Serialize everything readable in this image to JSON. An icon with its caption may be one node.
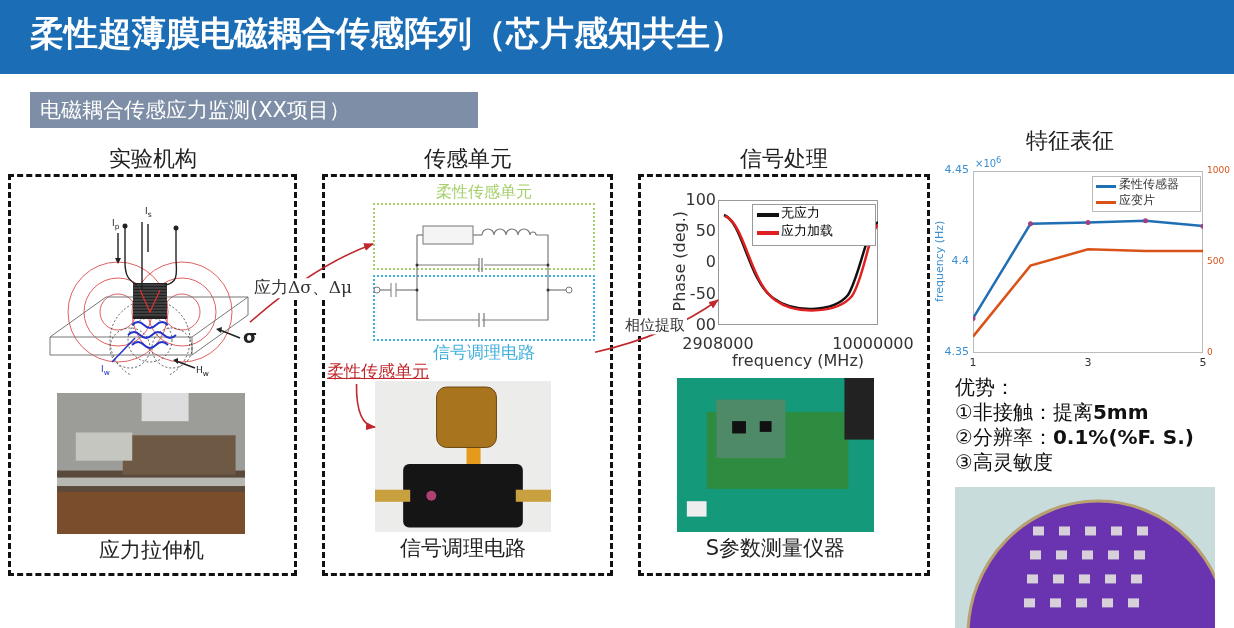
{
  "diagram": {
    "title": "柔性超薄膜电磁耦合传感阵列（芯片感知共生）",
    "nodes": [
      {
        "text": [
          "电磁耦合传感应力监测(XX项目）"
        ]
      },
      {
        "text": [
          "实验机构"
        ]
      },
      {
        "text": [],
        "shape": "picture",
        "in": 1
      },
      {
        "text": [],
        "shape": "picture",
        "in": 1,
        "beside": [
          "应力拉伸机"
        ]
      },
      {
        "text": [
          "传感单元"
        ]
      },
      {
        "text": [
          "柔性传感单元"
        ],
        "in": 4
      },
      {
        "text": [
          "信号调理电路"
        ],
        "in": 4
      },
      {
        "text": [
          "柔性传感单元"
        ],
        "in": 4
      },
      {
        "text": [],
        "shape": "picture",
        "in": 4,
        "beside": [
          "信号调理电路"
        ]
      },
      {
        "text": [
          "信号处理"
        ]
      },
      {
        "text": [],
        "shape": "picture",
        "in": 9
      },
      {
        "text": [],
        "shape": "picture",
        "in": 9,
        "beside": [
          "S参数测量仪器"
        ]
      }
    ],
    "edges": [
      {
        "from": 2,
        "to": 5,
        "arrow": "to",
        "label": "应力Δσ、Δμ"
      },
      {
        "from": 6,
        "to": 10,
        "arrow": "to",
        "label": "相位提取"
      },
      {
        "from": 7,
        "to": 8,
        "arrow": "to"
      }
    ],
    "labels": [
      "I$_{p}$",
      "I$_{s}$",
      "σ",
      "H$_{w}$",
      "I$_{w}$",
      "100",
      "50",
      "0",
      "-50",
      "00",
      "2908000",
      "10000000",
      "Phase (deg.)",
      "frequency (MHz)",
      "×10$^{6}$",
      "1000",
      "500",
      "0",
      "优势：",
      "①非接触：提离**5mm**",
      "②分辨率：**0.1%(%F. S.)**",
      "③高灵敏度"
    ],
    "legend": [
      {
        "text": "无应力"
      },
      {
        "text": "应力加载"
      }
    ],
    "chart_data": {
      "type": "line",
      "title": "特征表征",
      "legend": "upper right",
      "ylabel": "frequency (Hz)",
      "x": [
        1,
        2,
        3,
        4,
        5
      ],
      "xlim": [
        1,
        5
      ],
      "ylim": [
        4.35,
        4.45
      ],
      "xticks": [
        1,
        3,
        5
      ],
      "yticks": [
        4.35,
        4.4,
        4.45
      ],
      "series": [
        {
          "name": "柔性传感器",
          "color": "#1f6fb4",
          "values": [
            4.369,
            4.421,
            4.4217,
            4.4227,
            4.4197
          ]
        },
        {
          "name": "应变片",
          "color": "#d95319",
          "values": [
            4.359,
            4.398,
            4.407,
            4.406,
            4.406
          ]
        }
      ]
    }
  }
}
